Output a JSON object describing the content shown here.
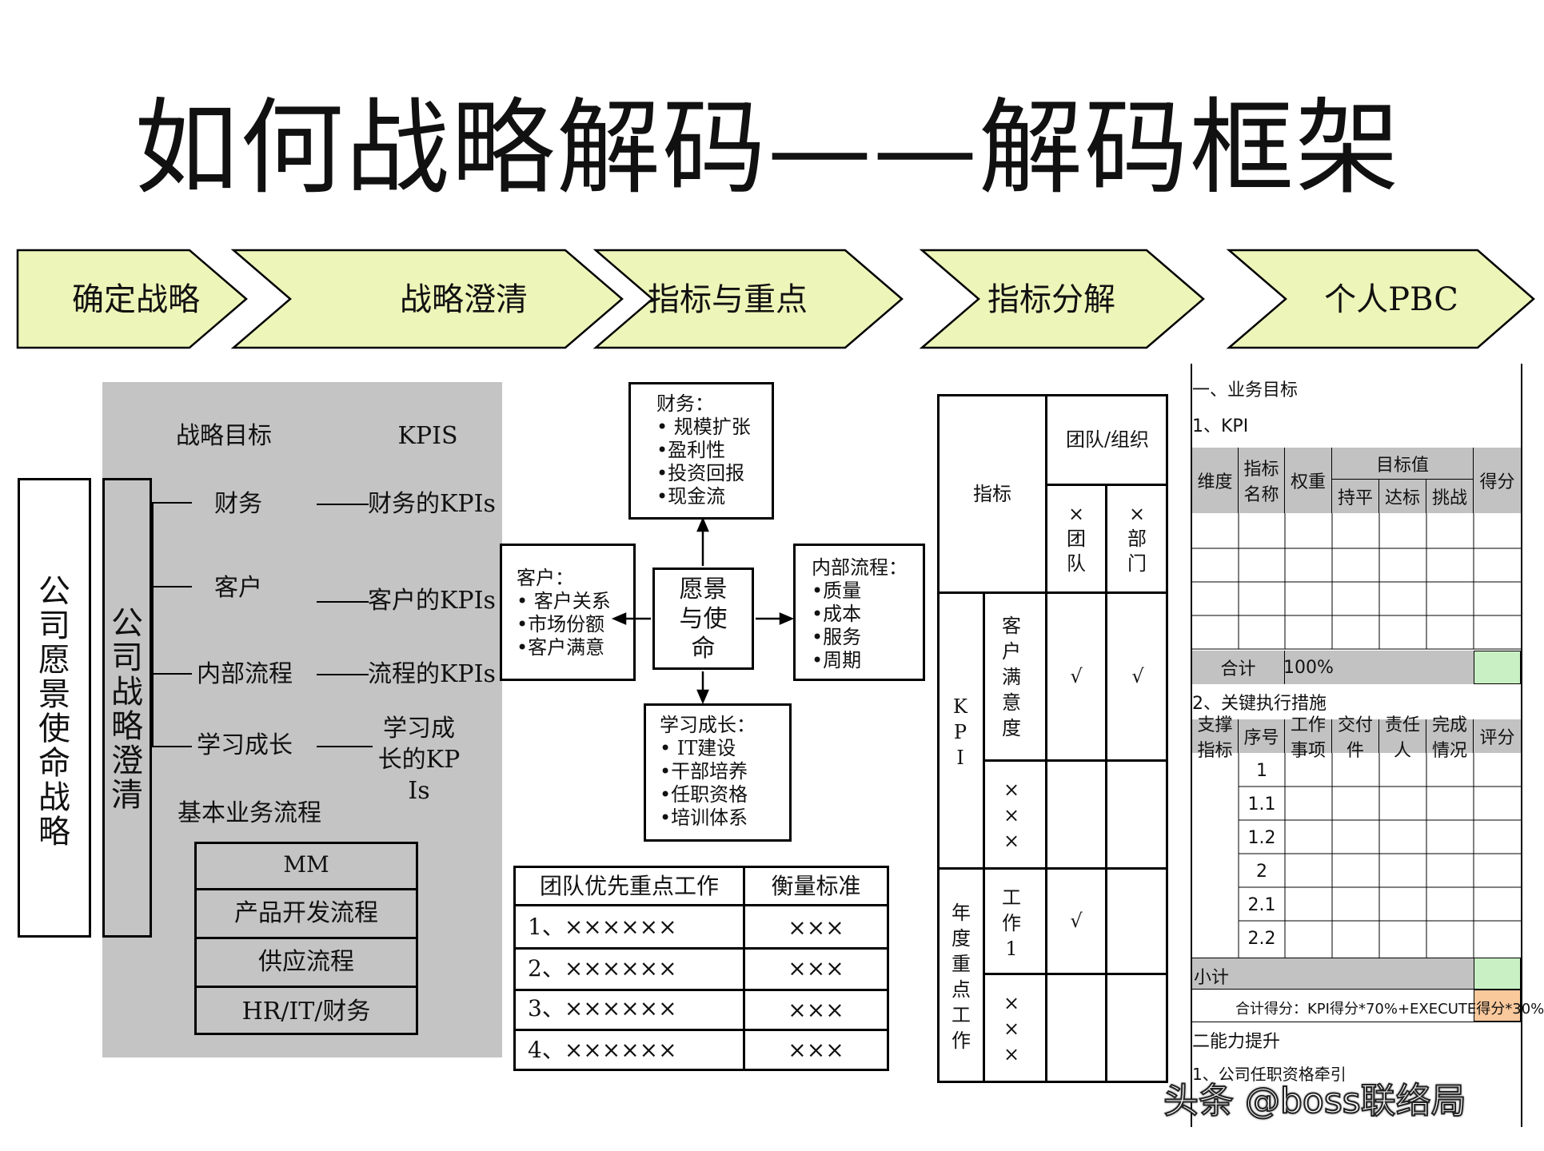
{
  "title": "如何战略解码——解码框架",
  "stages": [
    "确定战略",
    "战略澄清",
    "指标与重点",
    "指标分解",
    "个人PBC"
  ],
  "vision_box": "公司愿景使命战略",
  "clarify_box": "公司战略澄清",
  "clarify": {
    "header_goal": "战略目标",
    "header_kpis": "KPIS",
    "rows": [
      {
        "goal": "财务",
        "kpi": "财务的KPIs"
      },
      {
        "goal": "客户",
        "kpi": "客户的KPIs"
      },
      {
        "goal": "内部流程",
        "kpi": "流程的KPIs"
      },
      {
        "goal": "学习成长",
        "kpi": "学习成长的KPIs"
      }
    ],
    "process_title": "基本业务流程",
    "processes": [
      "MM",
      "产品开发流程",
      "供应流程",
      "HR/IT/财务"
    ]
  },
  "vision_hub": {
    "center": "愿景与使命",
    "finance": {
      "title": "财务：",
      "items": [
        "• 规模扩张",
        "•盈利性",
        "•投资回报",
        "•现金流"
      ]
    },
    "customer": {
      "title": "客户：",
      "items": [
        "• 客户关系",
        "•市场份额",
        "•客户满意"
      ]
    },
    "internal": {
      "title": "内部流程：",
      "items": [
        "•质量",
        "•成本",
        "•服务",
        "•周期"
      ]
    },
    "learning": {
      "title": "学习成长：",
      "items": [
        "• IT建设",
        "•干部培养",
        "•任职资格",
        "•培训体系"
      ]
    }
  },
  "priority_table": {
    "headers": [
      "团队优先重点工作",
      "衡量标准"
    ],
    "rows": [
      [
        "1、××××××",
        "×××"
      ],
      [
        "2、××××××",
        "×××"
      ],
      [
        "3、××××××",
        "×××"
      ],
      [
        "4、××××××",
        "×××"
      ]
    ]
  },
  "decomp_table": {
    "indicator": "指标",
    "team_org": "团队/组织",
    "col_team": "×团队",
    "col_dept": "×部门",
    "kpi_label": "KPI",
    "kpi_rows": [
      "客户满意度",
      "×××"
    ],
    "annual_label": "年度重点工作",
    "annual_rows": [
      "工作1",
      "×××"
    ],
    "check": "√"
  },
  "pbc": {
    "section1": "一、业务目标",
    "kpi_label": "1、KPI",
    "kpi_headers": [
      "维度",
      "指标名称",
      "权重",
      "目标值",
      "得分"
    ],
    "target_sub": [
      "持平",
      "达标",
      "挑战"
    ],
    "total_label": "合计",
    "total_weight": "100%",
    "section2": "2、关键执行措施",
    "exec_headers": [
      "支撑指标",
      "序号",
      "工作事项",
      "交付件",
      "责任人",
      "完成情况",
      "评分"
    ],
    "exec_rows": [
      "1",
      "1.1",
      "1.2",
      "2",
      "2.1",
      "2.2"
    ],
    "subtotal": "小计",
    "formula": "合计得分：KPI得分*70%+EXECUTE得分*30%",
    "section3": "二能力提升",
    "section3_item": "1、公司任职资格牵引"
  },
  "watermark": "头条 @boss联络局",
  "colors": {
    "arrow_fill": "#edf5b8",
    "panel_gray": "#c4c4c4",
    "pbc_header": "#c2c2c2",
    "green": "#c8f0c4",
    "orange": "#f9c99c"
  }
}
